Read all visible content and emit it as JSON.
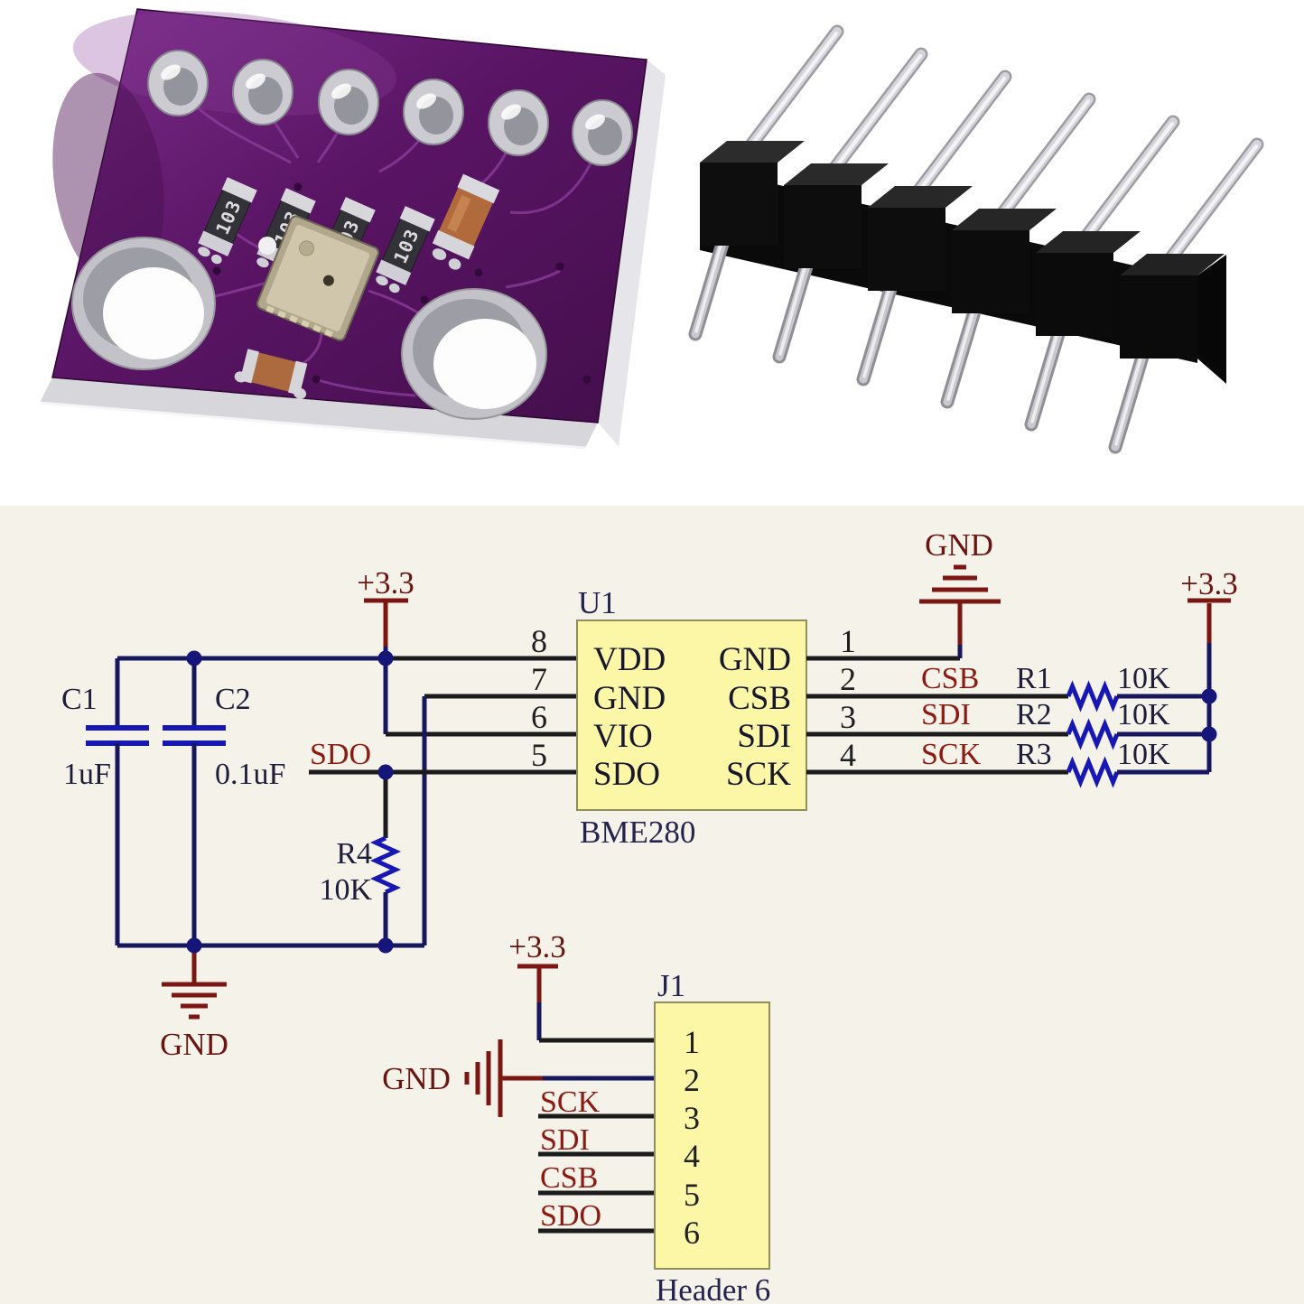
{
  "product_photos": {
    "pcb_module": {
      "resistor_marking": "103",
      "board_color": "#5a1565"
    },
    "pin_header": {
      "pin_count": "6"
    }
  },
  "schematic": {
    "power_net": "+3.3",
    "ground_net": "GND",
    "u1": {
      "ref": "U1",
      "value": "BME280",
      "left_pins": [
        {
          "num": "8",
          "name": "VDD"
        },
        {
          "num": "7",
          "name": "GND"
        },
        {
          "num": "6",
          "name": "VIO"
        },
        {
          "num": "5",
          "name": "SDO"
        }
      ],
      "right_pins": [
        {
          "num": "1",
          "name": "GND"
        },
        {
          "num": "2",
          "name": "CSB"
        },
        {
          "num": "3",
          "name": "SDI"
        },
        {
          "num": "4",
          "name": "SCK"
        }
      ]
    },
    "c1": {
      "ref": "C1",
      "value": "1uF"
    },
    "c2": {
      "ref": "C2",
      "value": "0.1uF"
    },
    "r1": {
      "ref": "R1",
      "value": "10K"
    },
    "r2": {
      "ref": "R2",
      "value": "10K"
    },
    "r3": {
      "ref": "R3",
      "value": "10K"
    },
    "r4": {
      "ref": "R4",
      "value": "10K"
    },
    "net_labels": {
      "sdo": "SDO",
      "csb": "CSB",
      "sdi": "SDI",
      "sck": "SCK"
    },
    "j1": {
      "ref": "J1",
      "value": "Header 6",
      "pin_numbers": [
        "1",
        "2",
        "3",
        "4",
        "5",
        "6"
      ],
      "net_labels": [
        "SCK",
        "SDI",
        "CSB",
        "SDO"
      ]
    }
  },
  "colors": {
    "schematic_bg": "#f5f2ea",
    "ic_fill": "#fcf7a6",
    "ic_border": "#8f8f5c",
    "wire_blue": "#17175e",
    "component_blue": "#1717b4",
    "power_red": "#7c1613",
    "net_label_red": "#8c1a10",
    "pcb_purple": "#5a1565"
  }
}
